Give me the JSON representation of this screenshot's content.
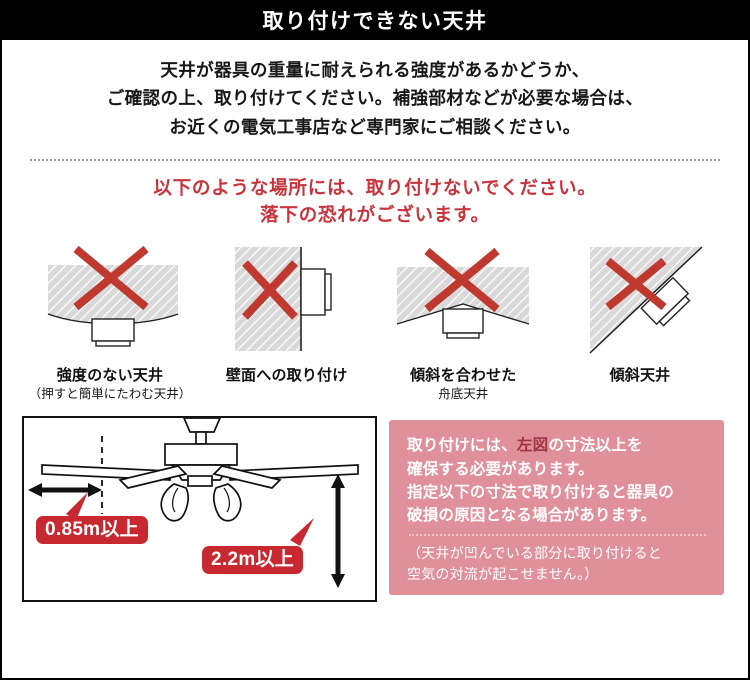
{
  "header": {
    "title": "取り付けできない天井"
  },
  "intro": {
    "lines": [
      "天井が器具の重量に耐えられる強度があるかどうか、",
      "ご確認の上、取り付けてください。補強部材などが必要な場合は、",
      "お近くの電気工事店など専門家にご相談ください。"
    ]
  },
  "warning": {
    "lines": [
      "以下のような場所には、取り付けないでください。",
      "落下の恐れがございます。"
    ],
    "color": "#c8333c"
  },
  "cases": [
    {
      "icon": "no-strength-ceiling-icon",
      "caption": "強度のない天井",
      "sub": "（押すと簡単にたわむ天井）"
    },
    {
      "icon": "wall-mount-icon",
      "caption": "壁面への取り付け",
      "sub": ""
    },
    {
      "icon": "boat-bottom-ceiling-icon",
      "caption": "傾斜を合わせた",
      "sub": "舟底天井"
    },
    {
      "icon": "sloped-ceiling-icon",
      "caption": "傾斜天井",
      "sub": ""
    }
  ],
  "diagram": {
    "horizontal_label": "0.85m以上",
    "vertical_label": "2.2m以上",
    "badge_color": "#c8282f"
  },
  "note": {
    "main_part1": "取り付けには、",
    "main_emphasis": "左図",
    "main_part2": "の寸法以上を",
    "main_line2": "確保する必要があります。",
    "main_line3": "指定以下の寸法で取り付けると器具の",
    "main_line4": "破損の原因となる場合があります。",
    "sub_line1": "（天井が凹んでいる部分に取り付けると",
    "sub_line2": "空気の対流が起こせません。）",
    "panel_color": "#e0909a"
  }
}
